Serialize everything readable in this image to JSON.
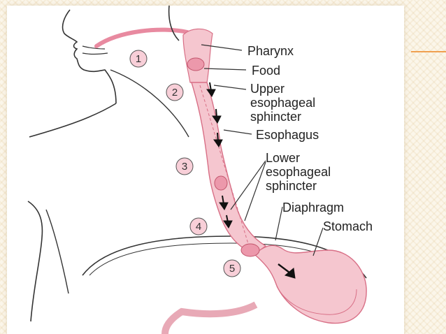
{
  "labels": {
    "pharynx": "Pharynx",
    "food": "Food",
    "upper_sphincter": [
      "Upper",
      "esophageal",
      "sphincter"
    ],
    "esophagus": "Esophagus",
    "lower_sphincter": [
      "Lower",
      "esophageal",
      "sphincter"
    ],
    "diaphragm": "Diaphragm",
    "stomach": "Stomach"
  },
  "steps": [
    "1",
    "2",
    "3",
    "4",
    "5"
  ],
  "colors": {
    "tissue": "#f5c6cf",
    "tissue_dark": "#d86f86",
    "bolus": "#ec98ab",
    "outline": "#333333",
    "accent": "#f0a050"
  },
  "icons": [
    "down-arrow-icon"
  ]
}
